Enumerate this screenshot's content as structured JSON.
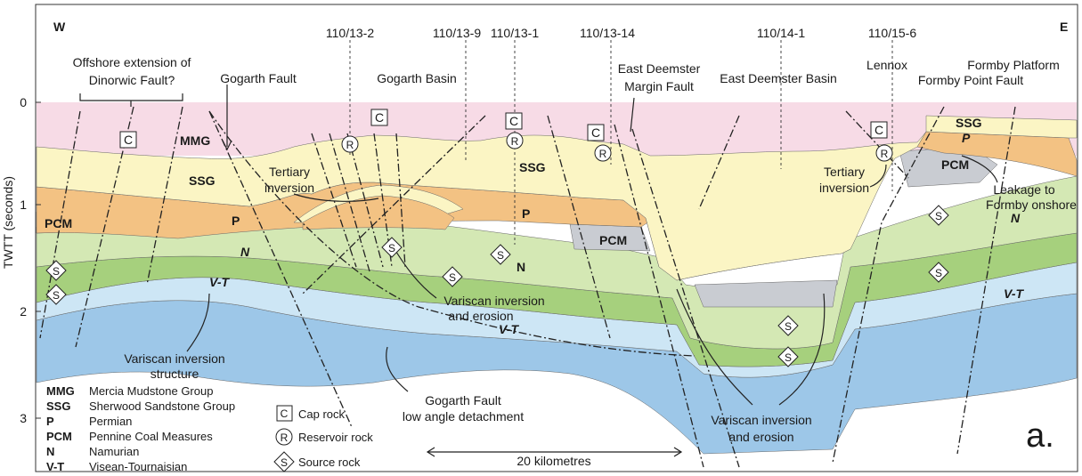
{
  "orientation": {
    "west": "W",
    "east": "E"
  },
  "panel_label": "a.",
  "y_axis": {
    "label": "TWTT (seconds)",
    "ticks": [
      "0",
      "1",
      "2",
      "3"
    ]
  },
  "wells": [
    "110/13-2",
    "110/13-9",
    "110/13-1",
    "110/13-14",
    "110/14-1",
    "110/15-6"
  ],
  "structures": {
    "offshore_line1": "Offshore extension of",
    "offshore_line2": "Dinorwic Fault?",
    "gogarth_fault": "Gogarth Fault",
    "gogarth_basin": "Gogarth Basin",
    "ed_margin_line1": "East Deemster",
    "ed_margin_line2": "Margin Fault",
    "ed_basin": "East Deemster Basin",
    "lennox": "Lennox",
    "formby_platform": "Formby Platform",
    "formby_point_fault": "Formby Point Fault"
  },
  "annotations": {
    "tertiary_inv_1a": "Tertiary",
    "tertiary_inv_1b": "inversion",
    "tertiary_inv_2a": "Tertiary",
    "tertiary_inv_2b": "inversion",
    "variscan_mid_a": "Variscan inversion",
    "variscan_mid_b": "and erosion",
    "variscan_struct_a": "Variscan inversion",
    "variscan_struct_b": "structure",
    "gogarth_detach_a": "Gogarth Fault",
    "gogarth_detach_b": "low angle detachment",
    "variscan_basin_a": "Variscan inversion",
    "variscan_basin_b": "and erosion",
    "leakage_a": "Leakage to",
    "leakage_b": "Formby onshore",
    "scale": "20 kilometres"
  },
  "unit_labels": {
    "mmg": "MMG",
    "ssg": "SSG",
    "p": "P",
    "pcm": "PCM",
    "n": "N",
    "vt": "V-T"
  },
  "legend_units": [
    {
      "code": "MMG",
      "name": "Mercia Mudstone Group"
    },
    {
      "code": "SSG",
      "name": "Sherwood Sandstone Group"
    },
    {
      "code": "P",
      "name": "Permian"
    },
    {
      "code": "PCM",
      "name": "Pennine Coal Measures"
    },
    {
      "code": "N",
      "name": "Namurian"
    },
    {
      "code": "V-T",
      "name": "Visean-Tournaisian"
    }
  ],
  "legend_symbols": [
    {
      "symbol": "C",
      "name": "Cap rock"
    },
    {
      "symbol": "R",
      "name": "Reservoir rock"
    },
    {
      "symbol": "S",
      "name": "Source rock"
    }
  ],
  "colors": {
    "mmg": "#f7dbe6",
    "ssg": "#fbf5c4",
    "permian": "#f3c283",
    "pcm": "#c9ccd2",
    "namurian_light": "#d4e8b4",
    "namurian_dark": "#a6d07d",
    "vt_light": "#cde6f5",
    "vt_dark": "#9dc7e8"
  }
}
